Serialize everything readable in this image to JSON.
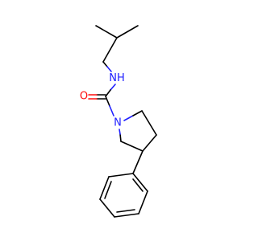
{
  "molecule": {
    "atoms": {
      "amide_n": {
        "symbol": "N",
        "suffix": "H",
        "color": "#2020ff"
      },
      "carbonyl_o": {
        "symbol": "O",
        "color": "#ff0d0d"
      },
      "ring_n": {
        "symbol": "N",
        "color": "#2020ff"
      }
    }
  }
}
